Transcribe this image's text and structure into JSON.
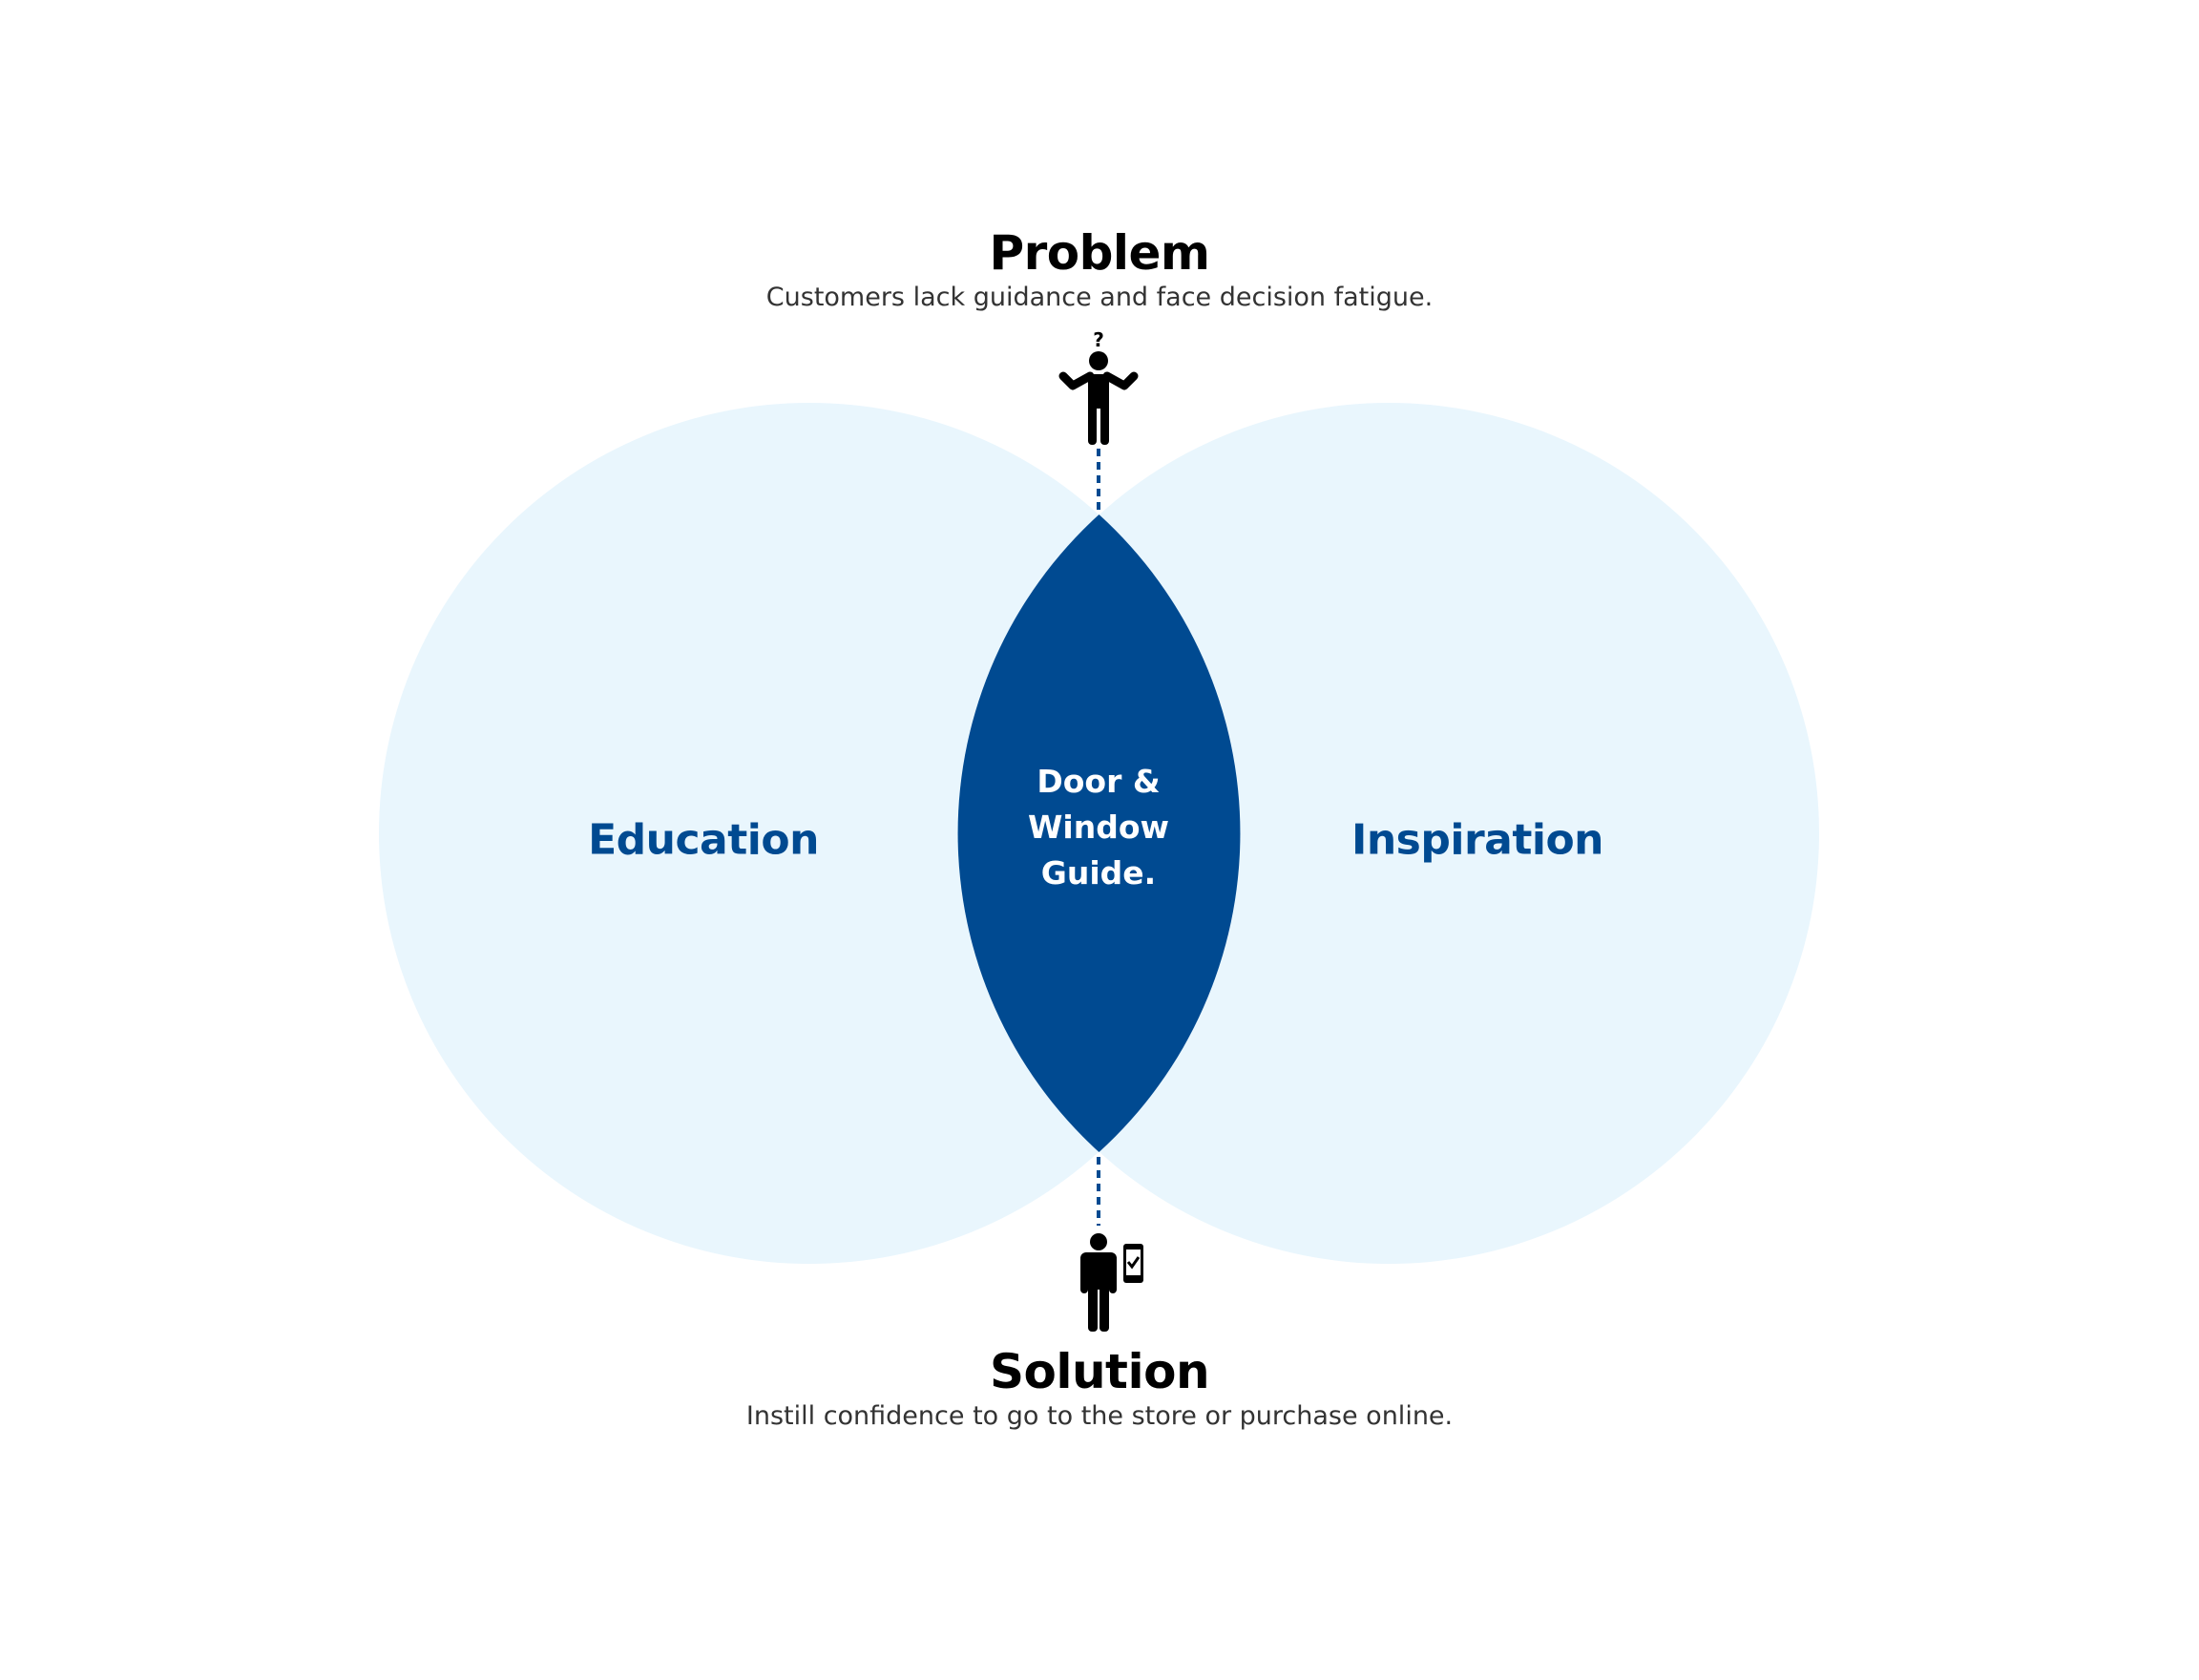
{
  "problem": {
    "title": "Problem",
    "description": "Customers lack guidance and face decision fatigue.",
    "icon": "confused-person-icon"
  },
  "solution": {
    "title": "Solution",
    "description": "Instill confidence to go to the store or purchase online.",
    "icon": "person-with-phone-check-icon"
  },
  "circles": {
    "left_label": "Education",
    "right_label": "Inspiration"
  },
  "intersection": {
    "lines": [
      "Door &",
      "Window",
      "Guide."
    ]
  },
  "colors": {
    "primary": "#004a91",
    "circle_fill": "#e9f6fd",
    "text": "#000000"
  }
}
